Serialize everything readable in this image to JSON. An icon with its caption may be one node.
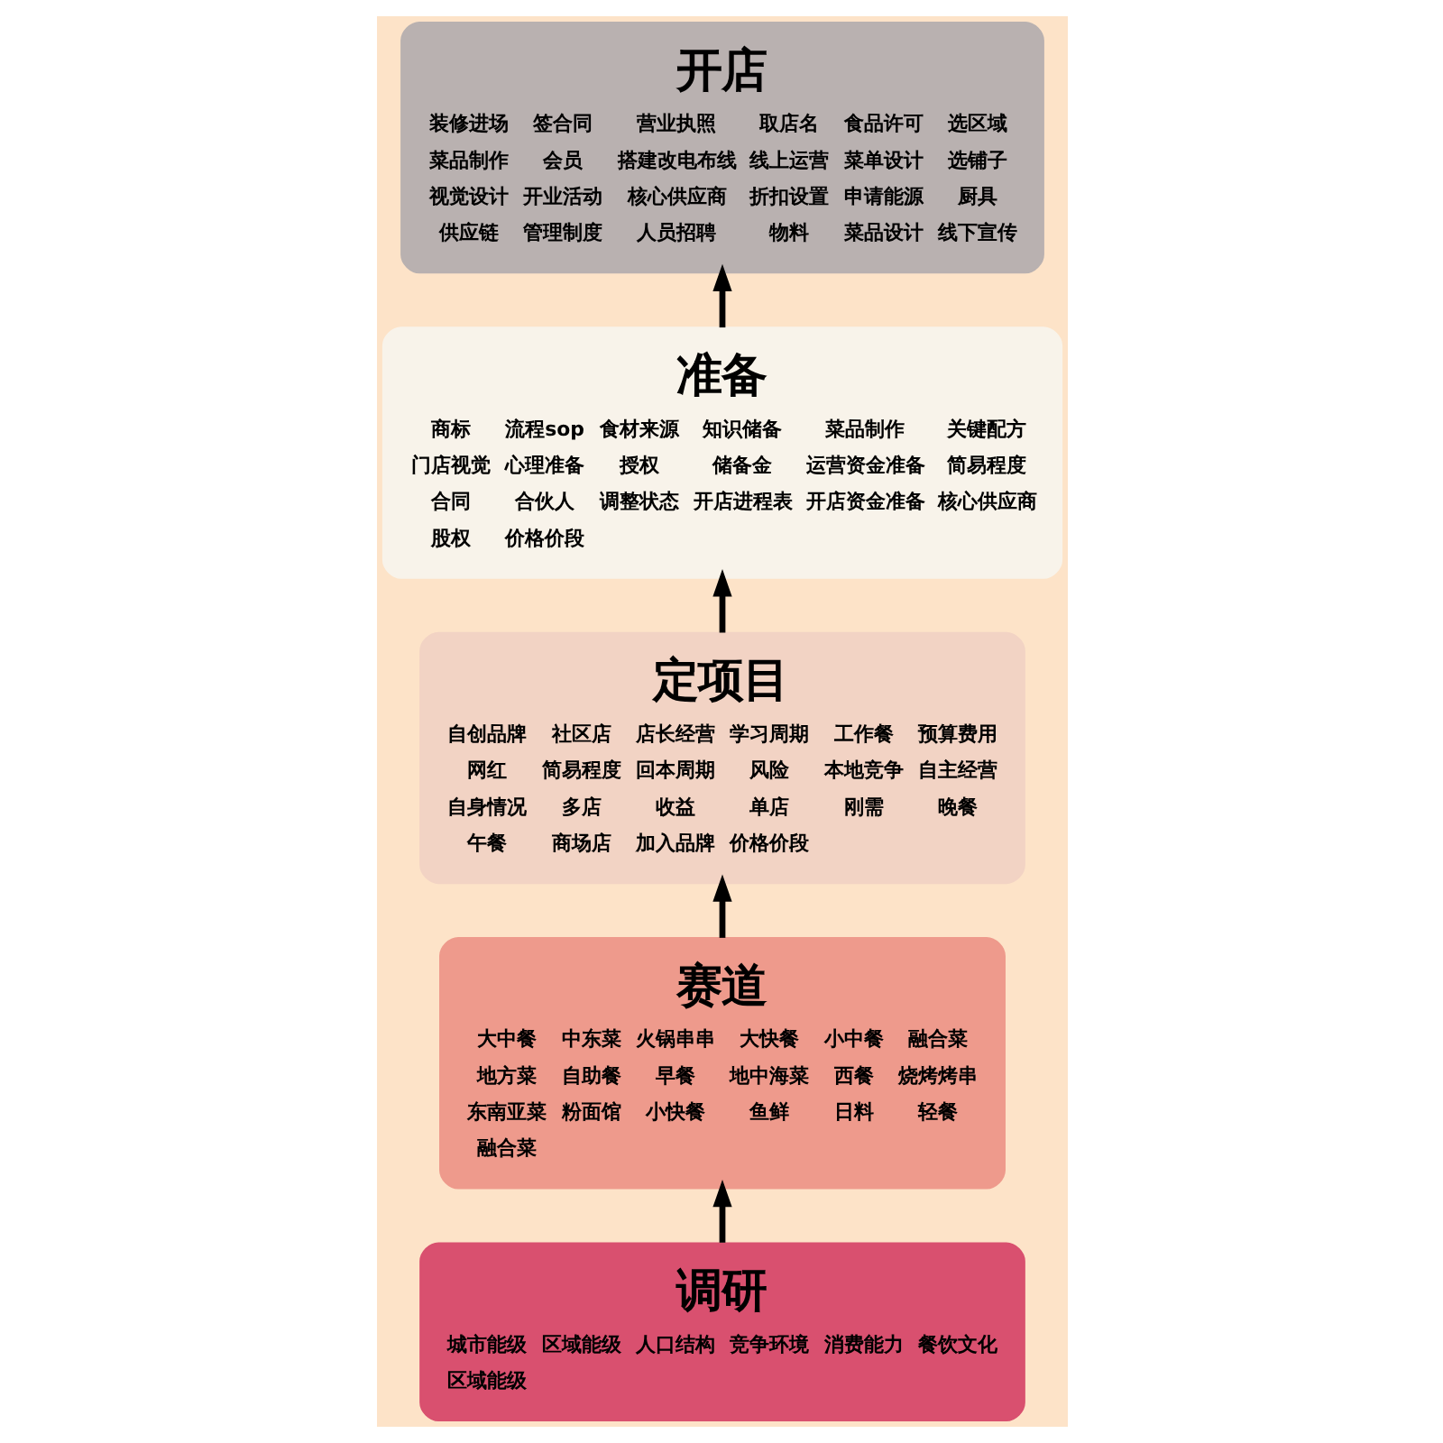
{
  "diagram": {
    "nodes": [
      {
        "text": [
          "开店",
          "装修进场",
          "签合同",
          "营业执照",
          "取店名",
          "食品许可",
          "选区域",
          "菜品制作",
          "会员",
          "搭建改电布线",
          "线上运营",
          "菜单设计",
          "选铺子",
          "视觉设计",
          "开业活动",
          "核心供应商",
          "折扣设置",
          "申请能源",
          "厨具",
          "供应链",
          "管理制度",
          "人员招聘",
          "物料",
          "菜品设计",
          "线下宣传"
        ]
      },
      {
        "text": [
          "准备",
          "商标",
          "流程sop",
          "食材来源",
          "知识储备",
          "菜品制作",
          "关键配方",
          "门店视觉",
          "心理准备",
          "授权",
          "储备金",
          "运营资金准备",
          "简易程度",
          "合同",
          "合伙人",
          "调整状态",
          "开店进程表",
          "开店资金准备",
          "核心供应商",
          "股权",
          "价格价段"
        ]
      },
      {
        "text": [
          "定项目",
          "自创品牌",
          "社区店",
          "店长经营",
          "学习周期",
          "工作餐",
          "预算费用",
          "网红",
          "简易程度",
          "回本周期",
          "风险",
          "本地竞争",
          "自主经营",
          "自身情况",
          "多店",
          "收益",
          "单店",
          "刚需",
          "晚餐",
          "午餐",
          "商场店",
          "加入品牌",
          "价格价段"
        ]
      },
      {
        "text": [
          "赛道",
          "大中餐",
          "中东菜",
          "火锅串串",
          "大快餐",
          "小中餐",
          "融合菜",
          "地方菜",
          "自助餐",
          "早餐",
          "地中海菜",
          "西餐",
          "烧烤烤串",
          "东南亚菜",
          "粉面馆",
          "小快餐",
          "鱼鲜",
          "日料",
          "轻餐",
          "融合菜"
        ]
      },
      {
        "text": [
          "调研",
          "城市能级",
          "区域能级",
          "人口结构",
          "竞争环境",
          "消费能力",
          "餐饮文化",
          "区域能级"
        ]
      }
    ],
    "edges": [
      {
        "from": 4,
        "to": 3,
        "arrow": "to"
      },
      {
        "from": 3,
        "to": 2,
        "arrow": "to"
      },
      {
        "from": 2,
        "to": 1,
        "arrow": "to"
      },
      {
        "from": 1,
        "to": 0,
        "arrow": "to"
      }
    ]
  }
}
